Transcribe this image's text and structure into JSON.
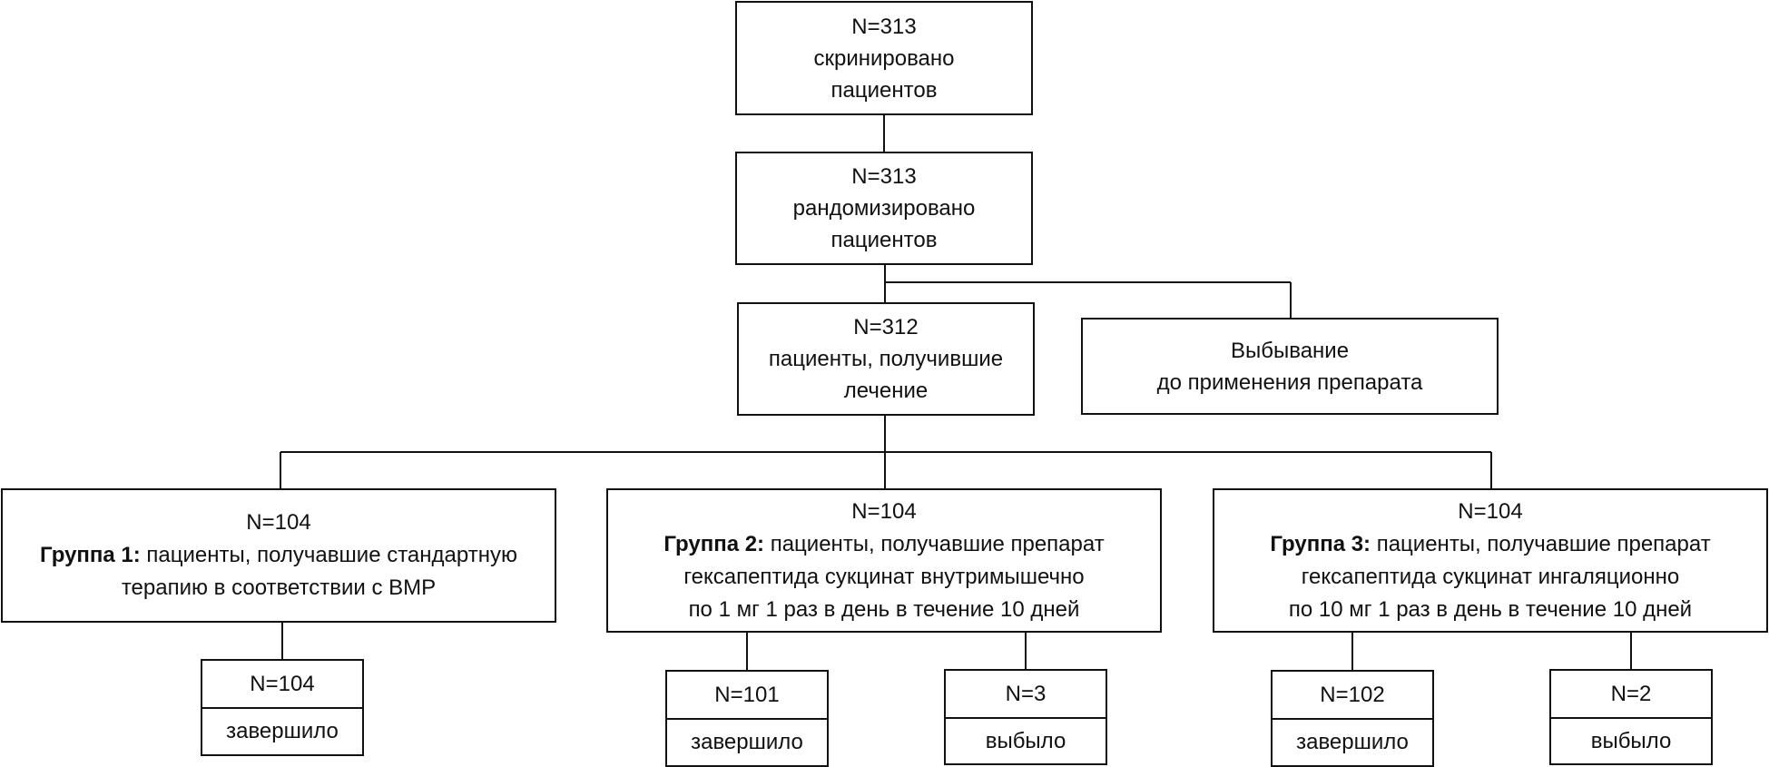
{
  "screened": {
    "n": "N=313",
    "line1": "скринировано",
    "line2": "пациентов"
  },
  "randomized": {
    "n": "N=313",
    "line1": "рандомизировано",
    "line2": "пациентов"
  },
  "treated": {
    "n": "N=312",
    "line1": "пациенты, получившие",
    "line2": "лечение"
  },
  "dropout_pre": {
    "line1": "Выбывание",
    "line2": "до применения препарата"
  },
  "group1": {
    "n": "N=104",
    "label": "Группа 1:",
    "line1_rest": " пациенты, получавшие стандартную",
    "line2": "терапию в соответствии с ВМР",
    "completed": {
      "n": "N=104",
      "label": "завершило"
    }
  },
  "group2": {
    "n": "N=104",
    "label": "Группа 2:",
    "line1_rest": " пациенты, получавшие препарат",
    "line2": "гексапептида сукцинат внутримышечно",
    "line3": "по 1 мг 1 раз в день в течение 10 дней",
    "completed": {
      "n": "N=101",
      "label": "завершило"
    },
    "dropped": {
      "n": "N=3",
      "label": "выбыло"
    }
  },
  "group3": {
    "n": "N=104",
    "label": "Группа 3:",
    "line1_rest": " пациенты, получавшие препарат",
    "line2": "гексапептида сукцинат ингаляционно",
    "line3": "по 10 мг 1 раз в день в течение 10 дней",
    "completed": {
      "n": "N=102",
      "label": "завершило"
    },
    "dropped": {
      "n": "N=2",
      "label": "выбыло"
    }
  }
}
